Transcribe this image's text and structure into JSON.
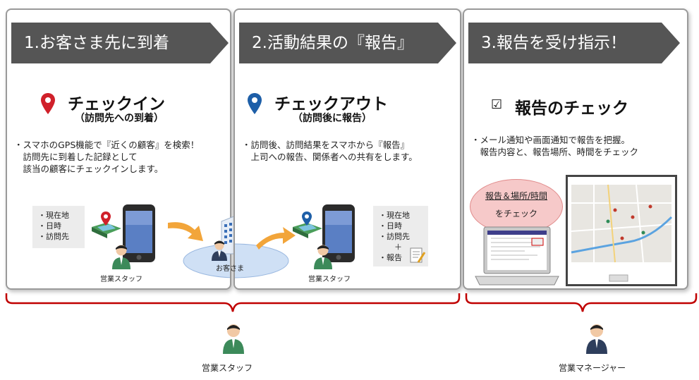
{
  "steps": [
    {
      "banner": "1.お客さま先に到着",
      "title": "チェックイン",
      "subtitle": "（訪問先への到着）",
      "description": "・スマホのGPS機能で『近くの顧客』を検索！\n　訪問先に到着した記録として\n　該当の顧客にチェックインします。",
      "info_box": "・現在地\n・日時\n・訪問先",
      "staff_caption": "営業スタッフ",
      "customer_caption": "お客さま",
      "pin_color": "#d0202a"
    },
    {
      "banner": "2.活動結果の『報告』",
      "title": "チェックアウト",
      "subtitle": "（訪問後に報告）",
      "description": "・訪問後、訪問結果をスマホから『報告』\n　上司への報告、関係者への共有をします。",
      "info_box": "・現在地\n・日時\n・訪問先\n　　＋\n・報告",
      "staff_caption": "営業スタッフ",
      "pin_color": "#1e5fa8"
    },
    {
      "banner": "3.報告を受け指示！",
      "title": "報告のチェック",
      "title_icon": "☑",
      "description": "・メール通知や画面通知で報告を把握。\n　報告内容と、報告場所、時間をチェック",
      "bubble_line1": "報告＆場所/時間",
      "bubble_line2": "をチェック"
    }
  ],
  "roles": {
    "left": "営業スタッフ",
    "right": "営業マネージャー"
  },
  "colors": {
    "banner": "#555555",
    "bracket": "#c00000",
    "arrow": "#f2a53a",
    "person_jacket": "#3c8a5a",
    "manager_jacket": "#2e3e5c"
  }
}
